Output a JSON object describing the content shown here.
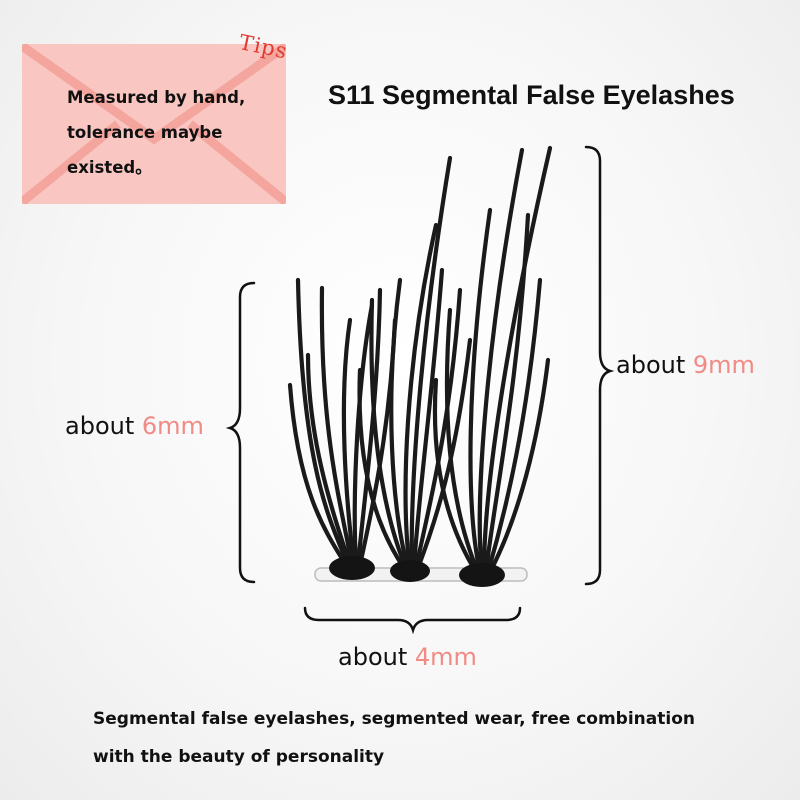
{
  "tips": {
    "label": "Tips",
    "lines": [
      "Measured by hand,",
      "tolerance maybe",
      "existed。"
    ]
  },
  "title": "S11 Segmental False Eyelashes",
  "measurements": {
    "left_height": {
      "prefix": "about ",
      "value": "6mm"
    },
    "right_height": {
      "prefix": "about ",
      "value": "9mm"
    },
    "width": {
      "prefix": "about ",
      "value": "4mm"
    }
  },
  "footer": {
    "lines": [
      "Segmental false eyelashes, segmented wear, free combination",
      "with the beauty of personality"
    ]
  },
  "colors": {
    "envelope": "#f9c6c1",
    "envelope_lines": "#f3a59e",
    "tips_label": "#e0392d",
    "measurement_value": "#f08b86",
    "lash": "#1a1a1a"
  },
  "icons": [
    "envelope-icon",
    "eyelash-image",
    "brace-icon"
  ]
}
